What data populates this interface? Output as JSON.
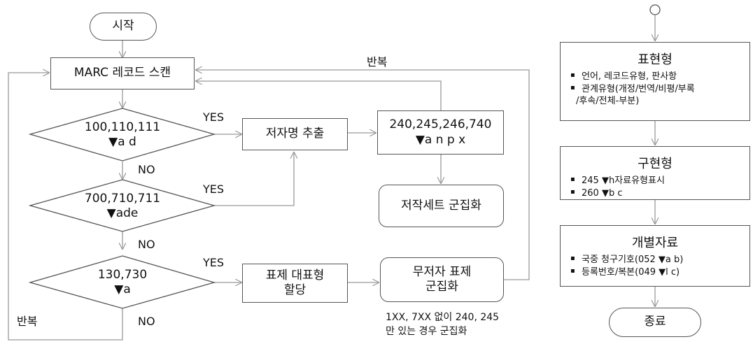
{
  "flow": {
    "start": "시작",
    "scan": "MARC 레코드 스캔",
    "cond1_line1": "100,110,111",
    "cond1_line2": "▼a d",
    "cond2_line1": "700,710,711",
    "cond2_line2": "▼ade",
    "cond3_line1": "130,730",
    "cond3_line2": "▼a",
    "author_extract": "저자명 추출",
    "fields_line1": "240,245,246,740",
    "fields_line2": "▼a n p x",
    "work_set_cluster": "저작세트 군집화",
    "assign_line1": "표제 대표형",
    "assign_line2": "할당",
    "noauthor_line1": "무저자 표제",
    "noauthor_line2": "군집화",
    "yes": "YES",
    "no": "NO",
    "repeat": "반복",
    "note_line1": "1XX, 7XX 없이 240, 245",
    "note_line2": "만 있는 경우 군집화"
  },
  "frbr": {
    "expression": {
      "title": "표현형",
      "items": [
        "언어, 레코드유형, 판사항",
        "관계유형(개정/번역/비평/부록",
        "/후속/전체-부분)"
      ]
    },
    "manifestation": {
      "title": "구현형",
      "items": [
        "245 ▼h자료유형표시",
        "260 ▼b c"
      ]
    },
    "item": {
      "title": "개별자료",
      "items": [
        "국중 청구기호(052 ▼a b)",
        "등록번호/복본(049 ▼l c)"
      ]
    },
    "end": "종료"
  },
  "colors": {
    "line": "#555555",
    "arrow": "#999999"
  }
}
